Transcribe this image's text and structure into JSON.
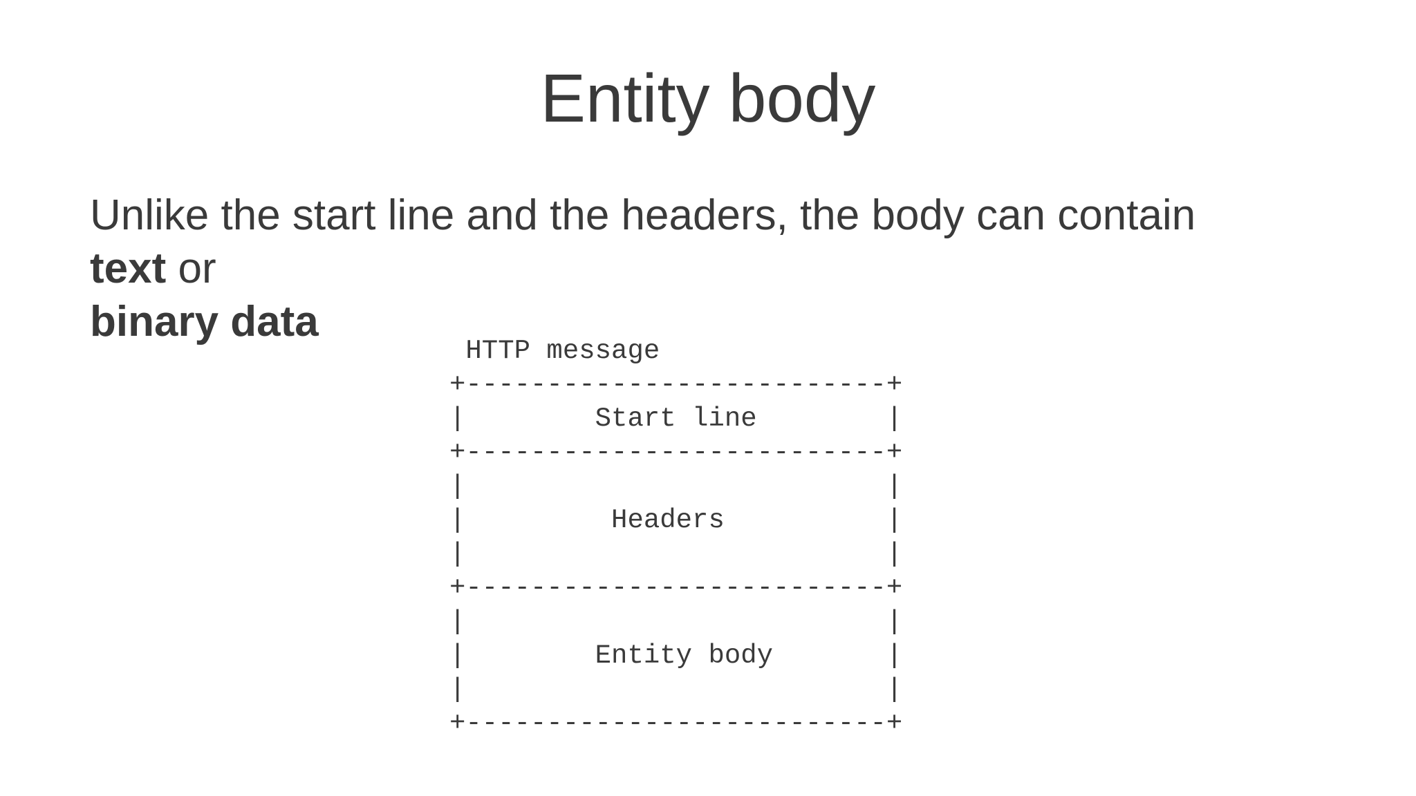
{
  "slide": {
    "title": "Entity body",
    "paragraph": {
      "line1_regular": "Unlike the start line and the headers, the body can contain ",
      "line1_bold": "text",
      "line1_suffix": " or",
      "line2_bold": "binary data"
    },
    "diagram": {
      "label": "HTTP message",
      "ascii_lines": [
        " HTTP message",
        "+--------------------------+",
        "|        Start line        |",
        "+--------------------------+",
        "|                          |",
        "|         Headers          |",
        "|                          |",
        "+--------------------------+",
        "|                          |",
        "|        Entity body       |",
        "|                          |",
        "+--------------------------+"
      ]
    },
    "colors": {
      "background": "#ffffff",
      "text": "#3a3a3a"
    }
  }
}
